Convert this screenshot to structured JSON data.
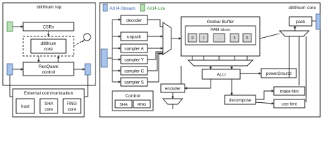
{
  "legend": {
    "stream_label": "AXI4-Stream",
    "lite_label": "AXI4-Lite",
    "stream_color": "#a9c4ea",
    "lite_color": "#b9e0b4"
  },
  "top_module": {
    "title": "dilithium top",
    "csrs": "CSRs",
    "core_line1": "dilithium",
    "core_line2": "core",
    "resquant_line1": "ResQuant",
    "resquant_line2": "control"
  },
  "external": {
    "title": "External communication",
    "host": "host",
    "sha_line1": "SHA",
    "sha_line2": "core",
    "rng_line1": "RNG",
    "rng_line2": "core"
  },
  "core_detail": {
    "title": "dilithium core",
    "decoder": "decoder",
    "unpack": "unpack",
    "samplers": [
      "sampler A",
      "sampler Y",
      "sampler C",
      "sampler S"
    ],
    "global_buffer": "Global Buffer",
    "ram_slices": "RAM slices",
    "slots": [
      "0",
      "1",
      "...",
      "5",
      "6"
    ],
    "pack": "pack",
    "alu": "ALU",
    "power2round": "power2round",
    "encoder": "encoder",
    "make_hint": "make hint",
    "use_hint": "use hint",
    "decompose": "decompose",
    "control_title": "Control",
    "control_items": [
      "SHA",
      "RNG"
    ]
  },
  "icons": {
    "zoom": "magnifier-icon"
  }
}
